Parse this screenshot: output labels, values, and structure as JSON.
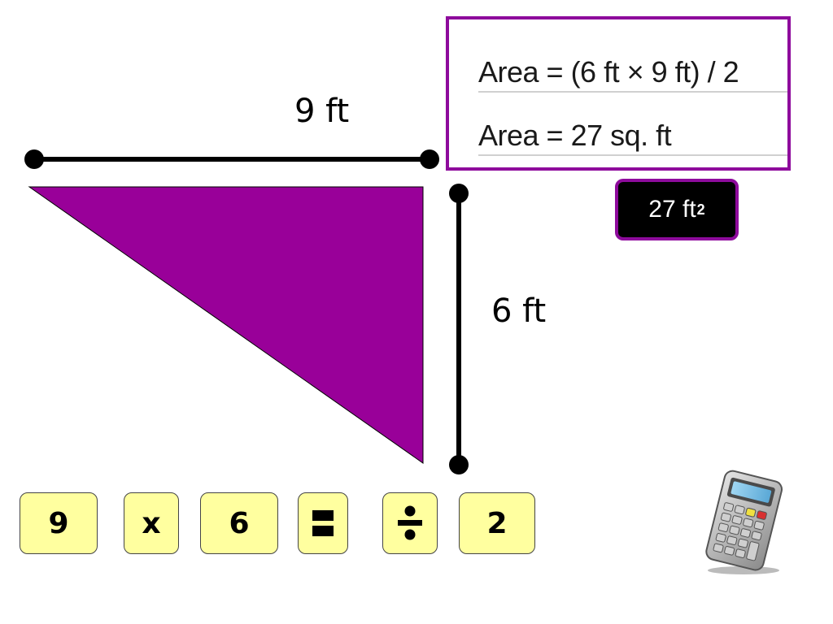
{
  "diagram": {
    "base_label": "9 ft",
    "height_label": "6 ft",
    "triangle_color": "#990099"
  },
  "formula": {
    "line1": "Area = (6 ft × 9 ft) / 2",
    "line2": "Area = 27 sq. ft",
    "border_color": "#8e0b9c"
  },
  "answer": {
    "value": "27 ft",
    "exponent": "2"
  },
  "tiles": [
    {
      "label": "9",
      "kind": "number"
    },
    {
      "label": "x",
      "kind": "operator"
    },
    {
      "label": "6",
      "kind": "number"
    },
    {
      "label": "",
      "kind": "equals-icon"
    },
    {
      "label": "",
      "kind": "divide-icon"
    },
    {
      "label": "2",
      "kind": "number"
    }
  ],
  "tile_color": "#ffff9f",
  "calculator": {
    "icon": "calculator-icon"
  }
}
